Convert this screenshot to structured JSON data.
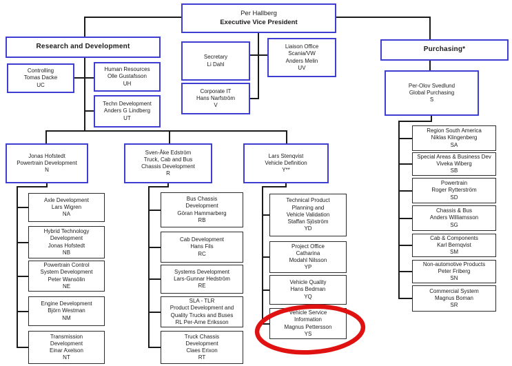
{
  "diagram": {
    "type": "org-chart",
    "highlight_note": "Vehicle Service Information (YS) circled in red"
  },
  "colors": {
    "blue_border": "#3d3dd1",
    "black_border": "#2a2a2a",
    "connector": "#1a1a1a",
    "highlight": "#e01111"
  },
  "org": {
    "root": {
      "name": "Per Hallberg",
      "role": "Executive Vice President"
    },
    "staff": {
      "secretary": "Secretary\nLi Dahl",
      "liaison": "Liaison Office\nScania/VW\nAnders Melin\nUV",
      "corporate_it": "Corporate IT\nHans Narfström\nV"
    },
    "rnd": {
      "label": "Research and Development",
      "controlling": "Controlling\nTomas Dacke\nUC",
      "human_resources": "Human Resources\nOlle Gustafsson\nUH",
      "techn_development": "Techn Development\nAnders G Lindberg\nUT"
    },
    "purchasing": {
      "label": "Purchasing*",
      "head": "Per-Olov Svedlund\nGlobal Purchasing\nS",
      "units": {
        "sa": "Region South America\nNiklas Klingenberg\nSA",
        "sb": "Special Areas & Business Dev\nViveka Wiberg\nSB",
        "sd": "Powertrain\nRoger Rytterström\nSD",
        "sg": "Chassis & Bus\nAnders Williamsson\nSG",
        "sm": "Cab & Components\nKarl Bernqvist\nSM",
        "sn": "Non-automotive Products\nPeter Friberg\nSN",
        "sr": "Commercial System\nMagnus Boman\nSR"
      }
    },
    "powertrain": {
      "head": "Jonas Hofstedt\nPowertrain Development\nN",
      "units": {
        "na": "Axle Development\nLars Wigren\nNA",
        "nb": "Hybrid Technology\nDevelopment\nJonas Hofstedt\nNB",
        "ne": "Powertrain Control\nSystem Development\nPeter Wansölin\nNE",
        "nm": "Engine Development\nBjörn Westman\nNM",
        "nt": "Transmission\nDevelopment\nEinar Axelson\nNT"
      }
    },
    "chassis": {
      "head": "Sven-Åke Edström\nTruck, Cab and Bus\nChassis Development\nR",
      "units": {
        "rb": "Bus Chassis\nDevelopment\nGöran Hammarberg\nRB",
        "rc": "Cab Development\nHans Fils\nRC",
        "re": "Systems Development\nLars-Gunnar Hedström\nRE",
        "rl": "SLA - TLR\nProduct Development and\nQuality Trucks and Buses\nRL Per-Arne Eriksson",
        "rt": "Truck Chassis\nDevelopment\nClaes Erixon\nRT"
      }
    },
    "vehicle": {
      "head": "Lars Stenqvist\nVehicle Definition\nY**",
      "units": {
        "yd": "Technical Product\nPlanning and\nVehicle Validation\nStaffan Sjöström\nYD",
        "yp": "Project Office\nCatharina\nModahl Nilsson\nYP",
        "yq": "Vehicle Quality\nHans Bedman\nYQ",
        "ys": "Vehicle Service\nInformation\nMagnus Pettersson\nYS"
      }
    }
  }
}
